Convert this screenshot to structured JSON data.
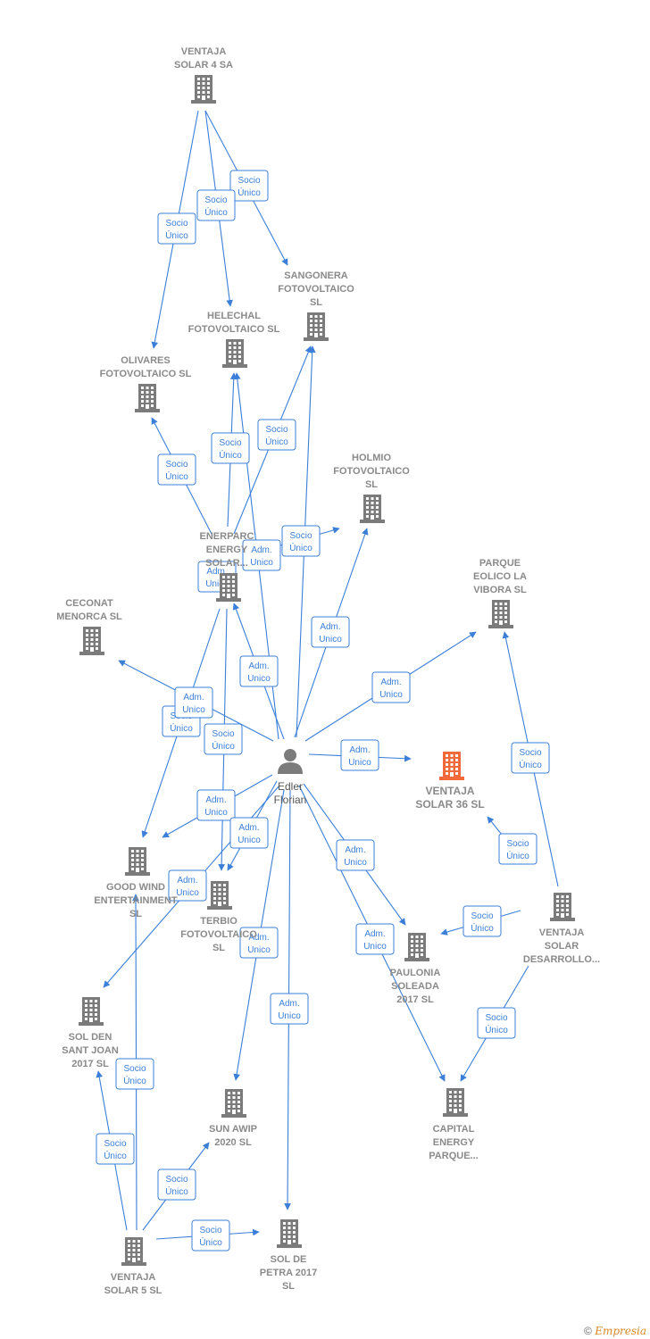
{
  "colors": {
    "edge": "#3b7fd9",
    "company": "#7b7b7b",
    "highlight": "#f26a3b",
    "person": "#7b7b7b"
  },
  "person": {
    "id": "edler",
    "label": [
      "Edler",
      "Florian"
    ],
    "icon": "person-icon"
  },
  "companies": [
    {
      "id": "vs4",
      "label": [
        "VENTAJA",
        "SOLAR 4 SA"
      ]
    },
    {
      "id": "sangonera",
      "label": [
        "SANGONERA",
        "FOTOVOLTAICO",
        "SL"
      ]
    },
    {
      "id": "helechal",
      "label": [
        "HELECHAL",
        "FOTOVOLTAICO SL"
      ]
    },
    {
      "id": "olivares",
      "label": [
        "OLIVARES",
        "FOTOVOLTAICO SL"
      ]
    },
    {
      "id": "holmio",
      "label": [
        "HOLMIO",
        "FOTOVOLTAICO",
        "SL"
      ]
    },
    {
      "id": "enerparc",
      "label": [
        "ENERPARC",
        "ENERGY",
        "SOLAR..."
      ]
    },
    {
      "id": "parque",
      "label": [
        "PARQUE",
        "EOLICO LA",
        "VIBORA  SL"
      ]
    },
    {
      "id": "ceconat",
      "label": [
        "CECONAT",
        "MENORCA SL"
      ]
    },
    {
      "id": "vs36",
      "label": [
        "VENTAJA",
        "SOLAR 36  SL"
      ],
      "highlight": true
    },
    {
      "id": "goodwind",
      "label": [
        "GOOD WIND",
        "ENTERTAINMENT",
        "SL"
      ]
    },
    {
      "id": "terbio",
      "label": [
        "TERBIO",
        "FOTOVOLTAICO",
        "SL"
      ]
    },
    {
      "id": "vsd",
      "label": [
        "VENTAJA",
        "SOLAR",
        "DESARROLLO..."
      ]
    },
    {
      "id": "paulonia",
      "label": [
        "PAULONIA",
        "SOLEADA",
        "2017  SL"
      ]
    },
    {
      "id": "solden",
      "label": [
        "SOL DEN",
        "SANT JOAN",
        "2017  SL"
      ]
    },
    {
      "id": "capital",
      "label": [
        "CAPITAL",
        "ENERGY",
        "PARQUE..."
      ]
    },
    {
      "id": "sunawip",
      "label": [
        "SUN AWIP",
        "2020  SL"
      ]
    },
    {
      "id": "vs5",
      "label": [
        "VENTAJA",
        "SOLAR 5  SL"
      ]
    },
    {
      "id": "petra",
      "label": [
        "SOL DE",
        "PETRA 2017",
        "SL"
      ]
    }
  ],
  "edge_labels": {
    "socio": [
      "Socio",
      "Único"
    ],
    "adm": [
      "Adm.",
      "Unico"
    ]
  },
  "edges": [
    {
      "from": "vs4",
      "to": "sangonera",
      "type": "socio"
    },
    {
      "from": "vs4",
      "to": "helechal",
      "type": "socio"
    },
    {
      "from": "vs4",
      "to": "olivares",
      "type": "socio"
    },
    {
      "from": "enerparc",
      "to": "olivares",
      "type": "socio"
    },
    {
      "from": "enerparc",
      "to": "helechal",
      "type": "socio"
    },
    {
      "from": "enerparc",
      "to": "sangonera",
      "type": "socio"
    },
    {
      "from": "enerparc",
      "to": "holmio",
      "type": "socio"
    },
    {
      "from": "enerparc",
      "to": "goodwind",
      "type": "socio"
    },
    {
      "from": "enerparc",
      "to": "terbio",
      "type": "socio"
    },
    {
      "from": "edler",
      "to": "enerparc",
      "type": "adm"
    },
    {
      "from": "edler",
      "to": "holmio",
      "type": "adm"
    },
    {
      "from": "edler",
      "to": "parque",
      "type": "adm"
    },
    {
      "from": "edler",
      "to": "ceconat",
      "type": "adm"
    },
    {
      "from": "edler",
      "to": "vs36",
      "type": "adm"
    },
    {
      "from": "edler",
      "to": "goodwind",
      "type": "adm"
    },
    {
      "from": "edler",
      "to": "terbio",
      "type": "adm"
    },
    {
      "from": "edler",
      "to": "solden",
      "type": "adm"
    },
    {
      "from": "edler",
      "to": "sunawip",
      "type": "adm"
    },
    {
      "from": "edler",
      "to": "petra",
      "type": "adm"
    },
    {
      "from": "edler",
      "to": "paulonia",
      "type": "adm"
    },
    {
      "from": "edler",
      "to": "capital",
      "type": "adm"
    },
    {
      "from": "edler",
      "to": "helechal",
      "type": "adm"
    },
    {
      "from": "edler",
      "to": "sangonera",
      "type": "adm"
    },
    {
      "from": "vsd",
      "to": "parque",
      "type": "socio"
    },
    {
      "from": "vsd",
      "to": "vs36",
      "type": "socio"
    },
    {
      "from": "vsd",
      "to": "paulonia",
      "type": "socio"
    },
    {
      "from": "vsd",
      "to": "capital",
      "type": "socio"
    },
    {
      "from": "vs5",
      "to": "goodwind",
      "type": "socio"
    },
    {
      "from": "vs5",
      "to": "solden",
      "type": "socio"
    },
    {
      "from": "vs5",
      "to": "sunawip",
      "type": "socio"
    },
    {
      "from": "vs5",
      "to": "petra",
      "type": "socio"
    }
  ],
  "footer": {
    "copyright": "©",
    "brand": "Empresia"
  }
}
